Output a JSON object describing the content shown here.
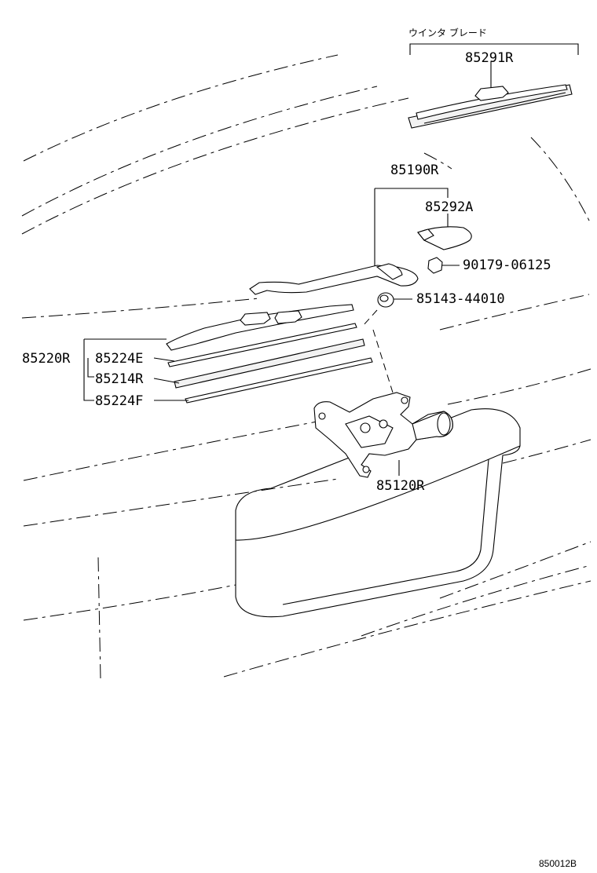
{
  "diagram": {
    "group_label_jp": "ウインタ ブレード",
    "footer_code": "850012B",
    "parts": {
      "p85291R": "85291R",
      "p85190R": "85190R",
      "p85292A": "85292A",
      "p90179": "90179-06125",
      "p85143": "85143-44010",
      "p85220R": "85220R",
      "p85224E": "85224E",
      "p85214R": "85214R",
      "p85224F": "85224F",
      "p85120R": "85120R"
    }
  }
}
